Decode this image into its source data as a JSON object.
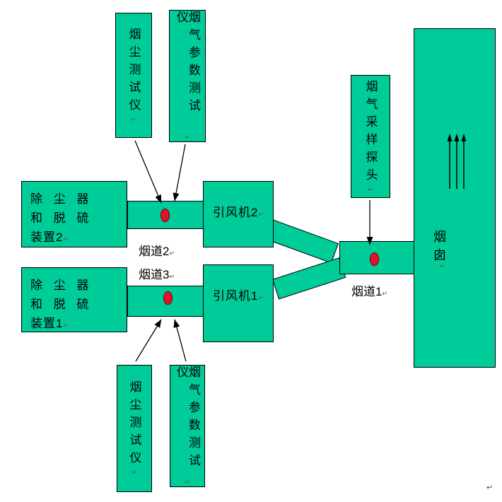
{
  "colors": {
    "canvas-bg": "#ffffff",
    "box-green": "#00cc99",
    "outline": "#000000",
    "port-red": "#e8112d",
    "port-red-dark": "#6b0000"
  },
  "testers": {
    "top_dust": "烟尘测试仪",
    "top_gas_param": "烟气参数测试仪",
    "bottom_dust": "烟尘测试仪",
    "bottom_gas_param": "烟气参数测试仪"
  },
  "probe": {
    "label": "烟气采样探头"
  },
  "chimney": {
    "label": "烟囱"
  },
  "devices": {
    "device2": {
      "lines": [
        "除 尘 器",
        "和 脱 硫",
        "装置2"
      ]
    },
    "device1": {
      "lines": [
        "除 尘 器",
        "和 脱 硫",
        "装置1"
      ]
    }
  },
  "fans": {
    "fan2": "引风机2",
    "fan1": "引风机1"
  },
  "duct_labels": {
    "duct2": "烟道2",
    "duct3": "烟道3",
    "duct1": "烟道1"
  },
  "marks": {
    "return_mark": "↵"
  }
}
